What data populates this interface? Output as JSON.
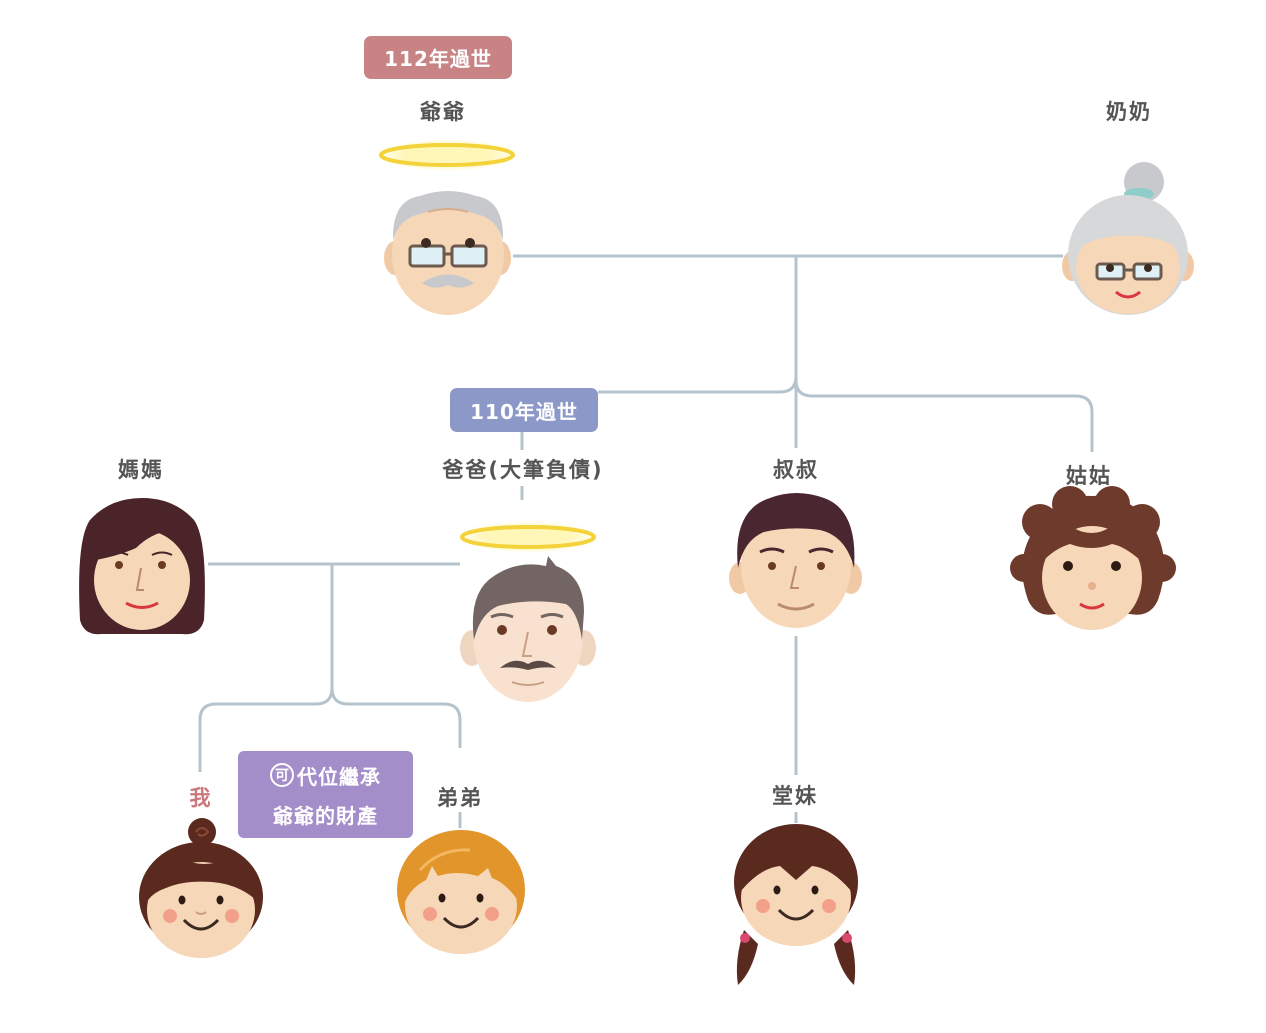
{
  "people": {
    "grandpa": {
      "label": "爺爺",
      "badge": "112年過世"
    },
    "grandma": {
      "label": "奶奶"
    },
    "mom": {
      "label": "媽媽"
    },
    "dad": {
      "label": "爸爸(大筆負債)",
      "badge": "110年過世"
    },
    "uncle": {
      "label": "叔叔"
    },
    "aunt": {
      "label": "姑姑"
    },
    "me": {
      "label": "我"
    },
    "brother": {
      "label": "弟弟"
    },
    "cousin": {
      "label": "堂妹"
    }
  },
  "note": {
    "circled_char": "可",
    "line1": "代位繼承",
    "line2": "爺爺的財產"
  },
  "colors": {
    "connector": "#b5c4cc",
    "grandpa_badge": "#c88385",
    "dad_badge": "#8b98c8",
    "note_box": "#a48ec9",
    "me_label": "#c9787c",
    "halo": "#f3d23a"
  }
}
